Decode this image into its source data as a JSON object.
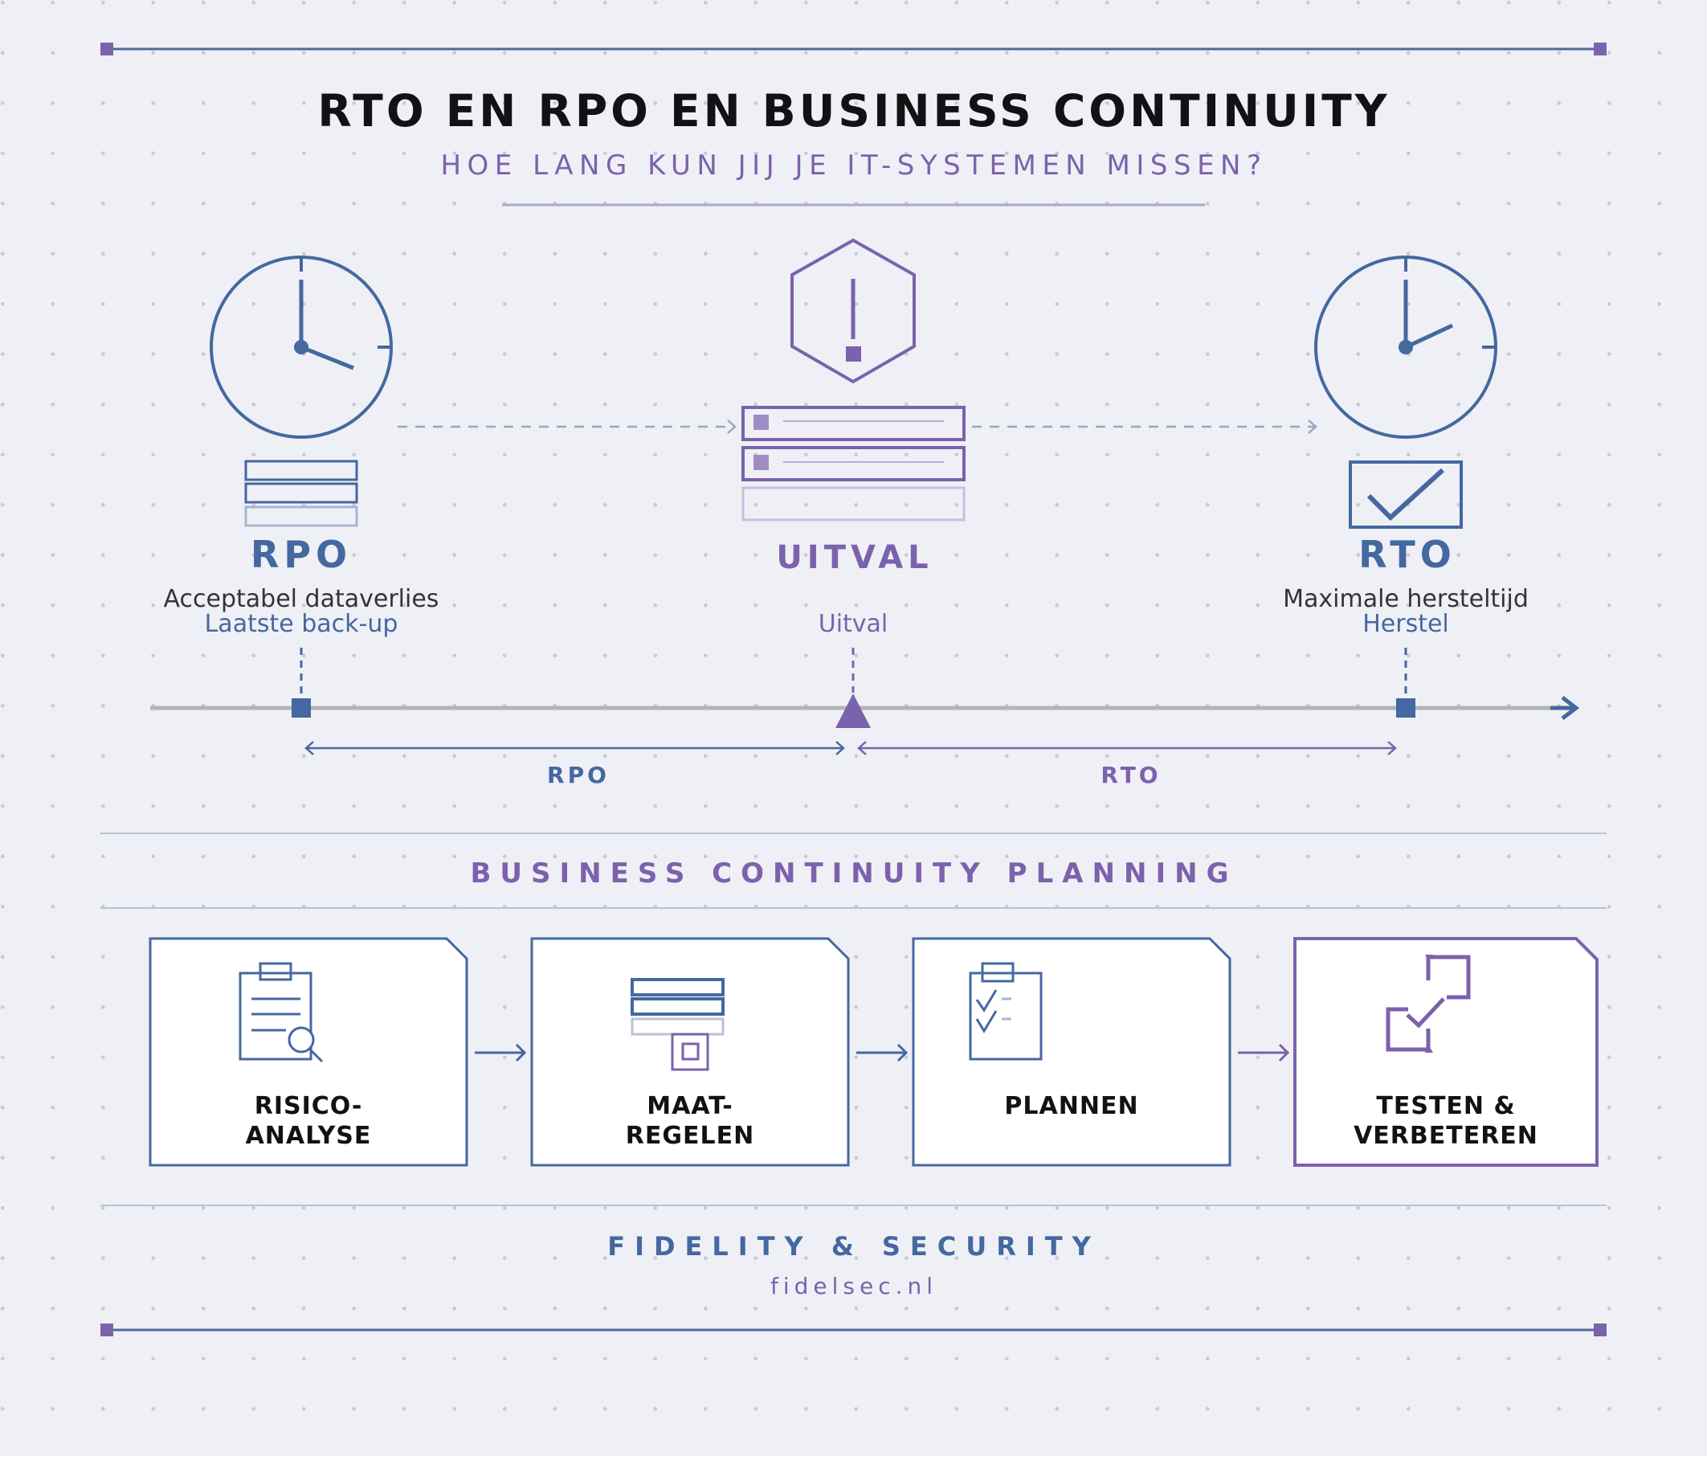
{
  "header": {
    "title": "RTO EN RPO EN BUSINESS CONTINUITY",
    "subtitle": "HOE LANG KUN JIJ JE IT-SYSTEMEN MISSEN?"
  },
  "timeline": {
    "rpo": {
      "label": "RPO",
      "description": "Acceptabel dataverlies",
      "marker_label": "Laatste back-up",
      "icon": "clock-icon"
    },
    "outage": {
      "label": "UITVAL",
      "marker_label": "Uitval",
      "icon": "warning-hexagon-icon"
    },
    "rto": {
      "label": "RTO",
      "description": "Maximale hersteltijd",
      "marker_label": "Herstel",
      "icon": "clock-icon"
    },
    "spans": [
      {
        "label": "RPO",
        "color": "#4468a0"
      },
      {
        "label": "RTO",
        "color": "#7b62ad"
      }
    ]
  },
  "bcp": {
    "heading": "BUSINESS CONTINUITY PLANNING",
    "steps": [
      {
        "line1": "RISICO-",
        "line2": "ANALYSE",
        "icon": "clipboard-search-icon"
      },
      {
        "line1": "MAAT-",
        "line2": "REGELEN",
        "icon": "server-stack-icon"
      },
      {
        "line1": "PLANNEN",
        "line2": "",
        "icon": "checklist-icon"
      },
      {
        "line1": "TESTEN &",
        "line2": "VERBETEREN",
        "icon": "cycle-check-icon"
      }
    ]
  },
  "footer": {
    "brand": "FIDELITY & SECURITY",
    "url": "fidelsec.nl"
  },
  "colors": {
    "blue": "#4468a0",
    "purple": "#7b62ad",
    "background": "#eff0f5",
    "text": "#111214"
  }
}
